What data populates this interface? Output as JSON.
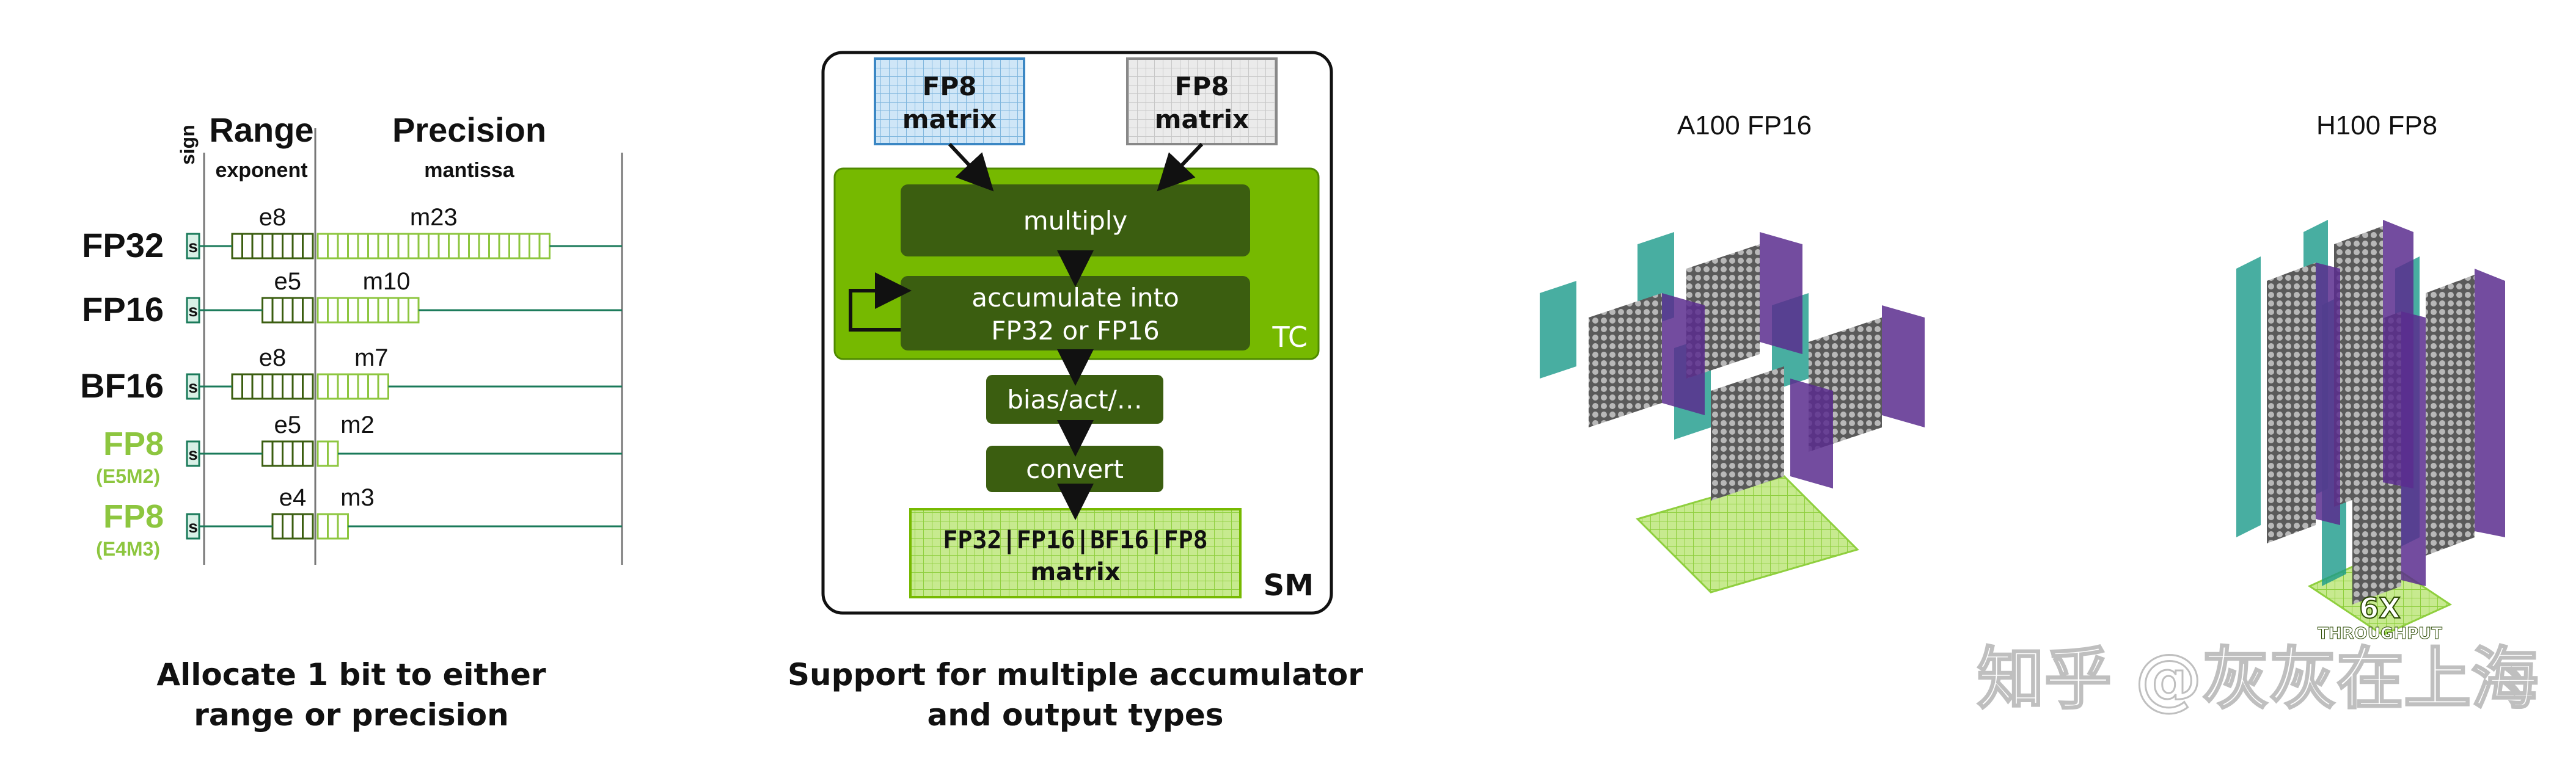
{
  "formats_panel": {
    "sign_label": "sign",
    "range_label": "Range",
    "exponent_label": "exponent",
    "precision_label": "Precision",
    "mantissa_label": "mantissa",
    "sign_bit_label": "s",
    "rows": [
      {
        "name": "FP32",
        "sub": "",
        "exp_label": "e8",
        "man_label": "m23",
        "exp_bits": 8,
        "man_bits": 23
      },
      {
        "name": "FP16",
        "sub": "",
        "exp_label": "e5",
        "man_label": "m10",
        "exp_bits": 5,
        "man_bits": 10
      },
      {
        "name": "BF16",
        "sub": "",
        "exp_label": "e8",
        "man_label": "m7",
        "exp_bits": 8,
        "man_bits": 7
      },
      {
        "name": "FP8",
        "sub": "(E5M2)",
        "exp_label": "e5",
        "man_label": "m2",
        "exp_bits": 5,
        "man_bits": 2
      },
      {
        "name": "FP8",
        "sub": "(E4M3)",
        "exp_label": "e4",
        "man_label": "m3",
        "exp_bits": 4,
        "man_bits": 3
      }
    ],
    "caption_line1": "Allocate 1 bit to either",
    "caption_line2": "range or precision"
  },
  "pipeline_panel": {
    "input_a_line1": "FP8",
    "input_a_line2": "matrix",
    "input_b_line1": "FP8",
    "input_b_line2": "matrix",
    "multiply_label": "multiply",
    "accumulate_line1": "accumulate into",
    "accumulate_line2": "FP32 or FP16",
    "tc_label": "TC",
    "bias_label": "bias/act/…",
    "convert_label": "convert",
    "output_line1": "FP32|FP16|BF16|FP8",
    "output_line2": "matrix",
    "sm_label": "SM",
    "caption_line1": "Support for multiple accumulator",
    "caption_line2": "and output types"
  },
  "compare_panel": {
    "left_title": "A100 FP16",
    "right_title": "H100 FP8",
    "badge_line1": "6X",
    "badge_line2": "THROUGHPUT"
  },
  "watermark": "知乎 @灰灰在上海",
  "colors": {
    "nvidia_green": "#76b900",
    "dark_green": "#3b5e10",
    "light_green": "#a6d96a",
    "teal": "#1a9a8a",
    "purple": "#5b2d8e"
  }
}
